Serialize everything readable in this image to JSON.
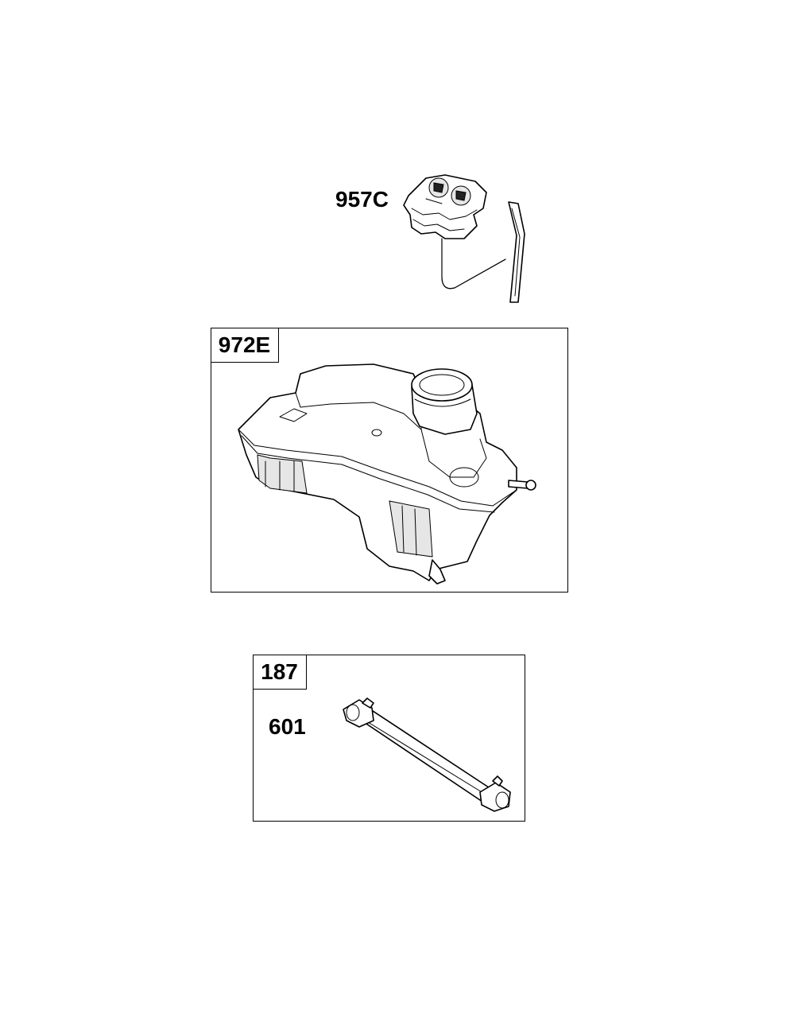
{
  "parts": {
    "cap_label": "957C",
    "tank_box_label": "972E",
    "line_box_label": "187",
    "line_part_label": "601"
  }
}
